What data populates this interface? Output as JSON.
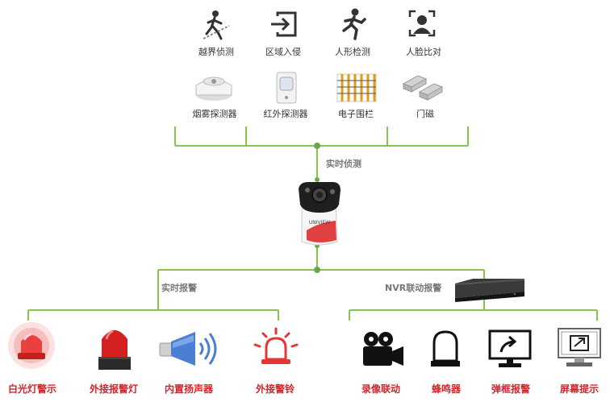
{
  "detectors": [
    {
      "label": "越界侦测",
      "icon": "line-crossing-icon"
    },
    {
      "label": "区域入侵",
      "icon": "region-entry-icon"
    },
    {
      "label": "人形检测",
      "icon": "human-detection-icon"
    },
    {
      "label": "人脸比对",
      "icon": "face-comparison-icon"
    },
    {
      "label": "烟雾探测器",
      "icon": "smoke-detector-icon"
    },
    {
      "label": "红外探测器",
      "icon": "infrared-detector-icon"
    },
    {
      "label": "电子围栏",
      "icon": "electronic-fence-icon"
    },
    {
      "label": "门磁",
      "icon": "door-magnet-icon"
    }
  ],
  "flows": {
    "realtime_detection": "实时侦测",
    "realtime_alarm": "实时报警",
    "nvr_alarm": "NVR联动报警"
  },
  "camera": {
    "brand_mark": "UNIVIEW"
  },
  "local_alarms": [
    {
      "label": "白光灯警示",
      "icon": "white-light-warning-icon"
    },
    {
      "label": "外接报警灯",
      "icon": "alarm-lamp-icon"
    },
    {
      "label": "内置扬声器",
      "icon": "speaker-icon"
    },
    {
      "label": "外接警铃",
      "icon": "alarm-bell-icon"
    }
  ],
  "nvr_alarms": [
    {
      "label": "录像联动",
      "icon": "video-camera-icon"
    },
    {
      "label": "蜂鸣器",
      "icon": "buzzer-icon"
    },
    {
      "label": "弹框报警",
      "icon": "popup-alert-icon"
    },
    {
      "label": "屏幕提示",
      "icon": "screen-prompt-icon"
    }
  ],
  "colors": {
    "line": "#8bc34a",
    "node": "#6aa84f",
    "alarm_text": "#d8232a"
  }
}
